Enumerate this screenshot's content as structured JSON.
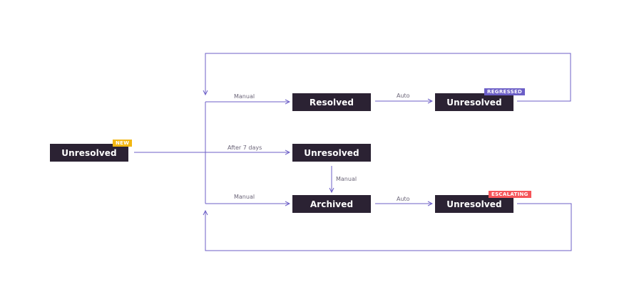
{
  "nodes": {
    "start": "Unresolved",
    "resolved": "Resolved",
    "regressed": "Unresolved",
    "after_days": "Unresolved",
    "archived": "Archived",
    "escalating": "Unresolved"
  },
  "badges": {
    "new": "NEW",
    "regressed": "REGRESSED",
    "escalating": "ESCALATING"
  },
  "edges": {
    "manual_to_resolved": "Manual",
    "auto_to_regressed": "Auto",
    "after_7_days": "After 7 days",
    "manual_down": "Manual",
    "manual_to_archived": "Manual",
    "auto_to_escalating": "Auto"
  },
  "colors": {
    "node_bg": "#2b2233",
    "line": "#6c5fc7",
    "badge_new": "#f2b712",
    "badge_regressed": "#6c5fc7",
    "badge_escalating": "#f55459"
  }
}
